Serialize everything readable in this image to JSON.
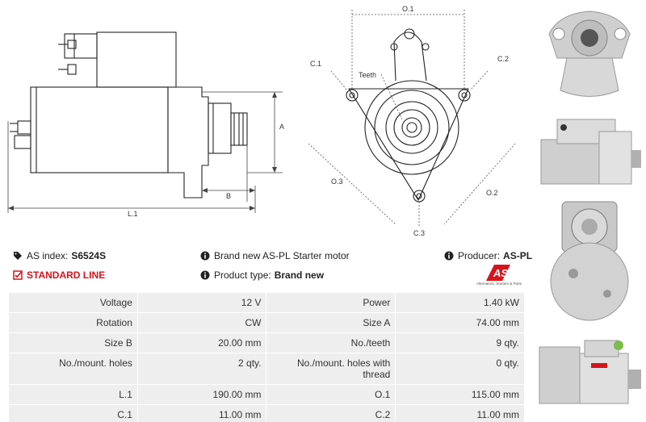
{
  "drawing": {
    "side_labels": {
      "a": "A",
      "b": "B",
      "l1": "L.1"
    },
    "front_labels": {
      "o1": "O.1",
      "o2": "O.2",
      "o3": "O.3",
      "c1": "C.1",
      "c2": "C.2",
      "c3": "C.3",
      "teeth": "Teeth"
    }
  },
  "info": {
    "as_index_label": "AS index:",
    "as_index_value": "S6524S",
    "standard_line": "STANDARD LINE",
    "description": "Brand new AS-PL Starter motor",
    "product_type_label": "Product type:",
    "product_type_value": "Brand new",
    "producer_label": "Producer:",
    "producer_value": "AS-PL"
  },
  "logo": {
    "text": "AS",
    "tagline": "Alternators, Starters & Parts",
    "color": "#d6131b"
  },
  "specs": [
    {
      "l1": "Voltage",
      "v1": "12 V",
      "l2": "Power",
      "v2": "1.40 kW"
    },
    {
      "l1": "Rotation",
      "v1": "CW",
      "l2": "Size A",
      "v2": "74.00 mm"
    },
    {
      "l1": "Size B",
      "v1": "20.00 mm",
      "l2": "No./teeth",
      "v2": "9 qty."
    },
    {
      "l1": "No./mount. holes",
      "v1": "2 qty.",
      "l2": "No./mount. holes with thread",
      "v2": "0 qty."
    },
    {
      "l1": "L.1",
      "v1": "190.00 mm",
      "l2": "O.1",
      "v2": "115.00 mm"
    },
    {
      "l1": "C.1",
      "v1": "11.00 mm",
      "l2": "C.2",
      "v2": "11.00 mm"
    }
  ]
}
